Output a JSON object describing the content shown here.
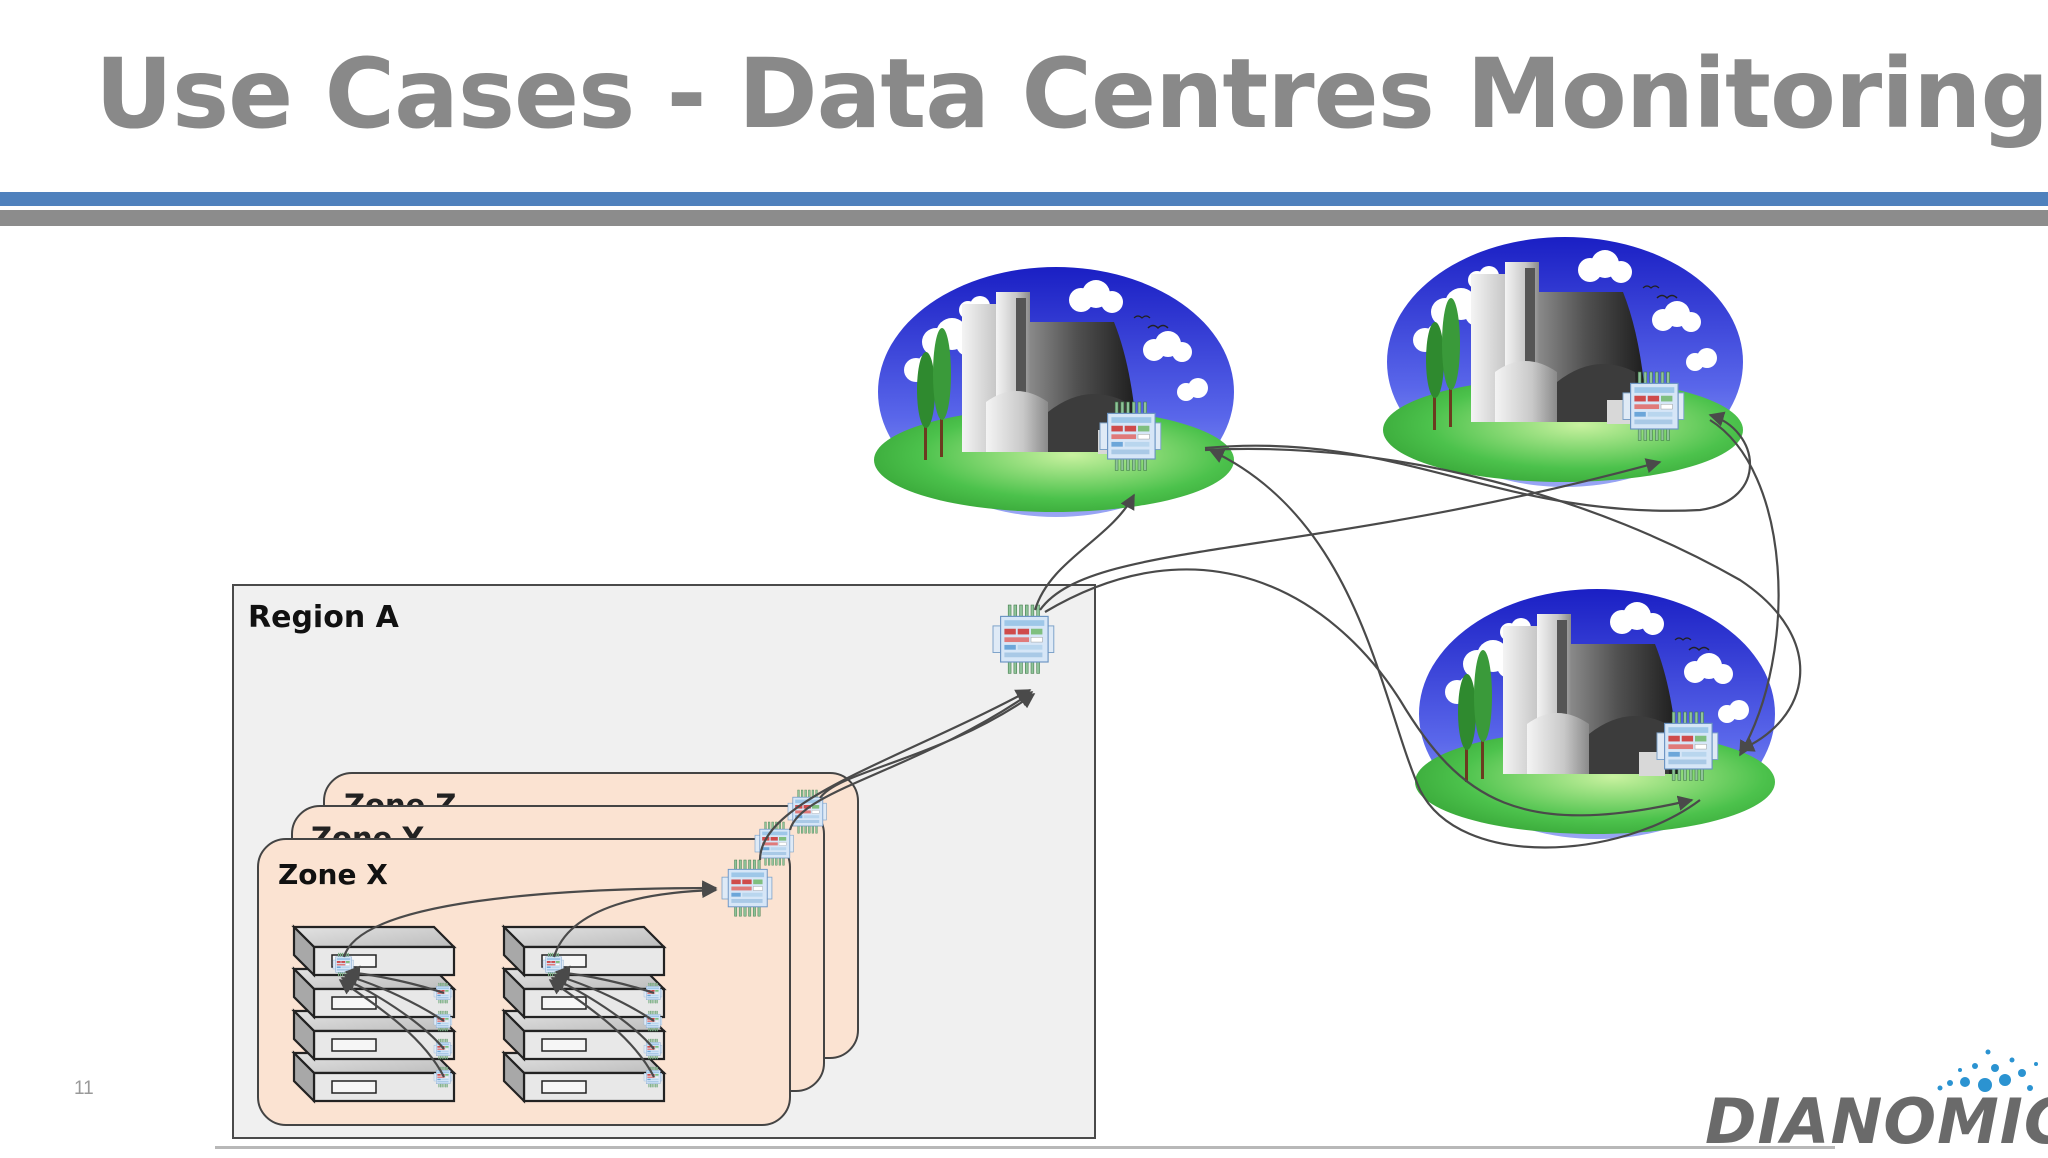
{
  "slide": {
    "title": "Use Cases - Data Centres Monitoring",
    "page_number": "11"
  },
  "brand": {
    "name": "DIANOMIC"
  },
  "diagram": {
    "region_label": "Region A",
    "zones": [
      {
        "label": "Zone Z"
      },
      {
        "label": "Zone Y"
      },
      {
        "label": "Zone X"
      }
    ],
    "data_centres": [
      {
        "icon": "data-centre-building-icon"
      },
      {
        "icon": "data-centre-building-icon"
      },
      {
        "icon": "data-centre-building-icon"
      }
    ]
  },
  "colors": {
    "title": "#898989",
    "blue_rule": "#4f81bd",
    "gray_rule": "#8c8c8c",
    "region_fill": "#f0f0f0",
    "zone_fill": "#fbe3d2",
    "sky": "#2f3bd6",
    "grass": "#3fbf3f"
  }
}
